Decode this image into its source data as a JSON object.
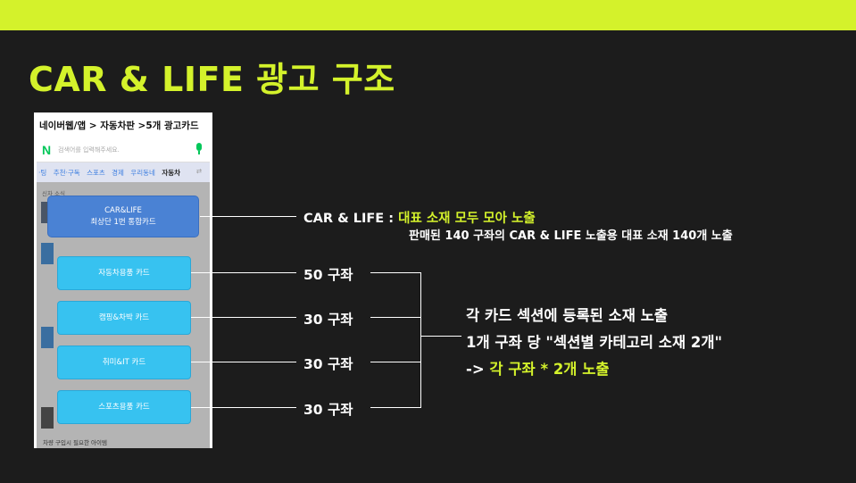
{
  "title": "CAR & LIFE 광고 구조",
  "phone": {
    "caption": "네이버웹/앱 > 자동차판 >5개 광고카드",
    "logo": "N",
    "search_placeholder": "검색어를 입력해주세요.",
    "tabs": [
      "·팅",
      "추천·구독",
      "스포츠",
      "경제",
      "우리동네",
      "자동차"
    ],
    "tab_arrow": "⇄",
    "section_top": "신차 소식",
    "section_bottom": "차량 구입시 필요한 아이템"
  },
  "cards": {
    "main_line1": "CAR&LIFE",
    "main_line2": "최상단 1번 통합카드",
    "items": [
      "자동차용품 카드",
      "캠핑&차박 카드",
      "취미&IT 카드",
      "스포츠용품 카드"
    ]
  },
  "annotations": {
    "main_prefix": "CAR & LIFE : ",
    "main_highlight": "대표 소재 모두 모아 노출",
    "main_sub": "판매된 140 구좌의 CAR & LIFE 노출용 대표 소재 140개 노출",
    "slots": [
      "50 구좌",
      "30 구좌",
      "30 구좌",
      "30 구좌"
    ]
  },
  "description": {
    "line1": "각 카드 섹션에 등록된 소재 노출",
    "line2": "1개 구좌 당 \"섹션별 카테고리 소재 2개\"",
    "line3_prefix": "-> ",
    "line3_highlight": "각 구좌 * 2개 노출"
  },
  "colors": {
    "accent": "#d4f22b",
    "background": "#1c1c1c",
    "main_card": "#4a82d4",
    "sub_card": "#37c2f0"
  }
}
